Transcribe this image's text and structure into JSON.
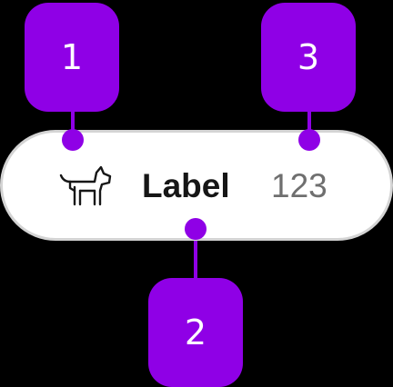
{
  "callouts": [
    {
      "number": "1"
    },
    {
      "number": "2"
    },
    {
      "number": "3"
    }
  ],
  "chip": {
    "icon": "dog-icon",
    "label": "Label",
    "count": "123"
  },
  "colors": {
    "accent": "#8f00e6",
    "background": "#000000",
    "chip_fill": "#ffffff",
    "chip_border": "#d4d4d4",
    "label_text": "#161616",
    "count_text": "#6f6f6f"
  }
}
